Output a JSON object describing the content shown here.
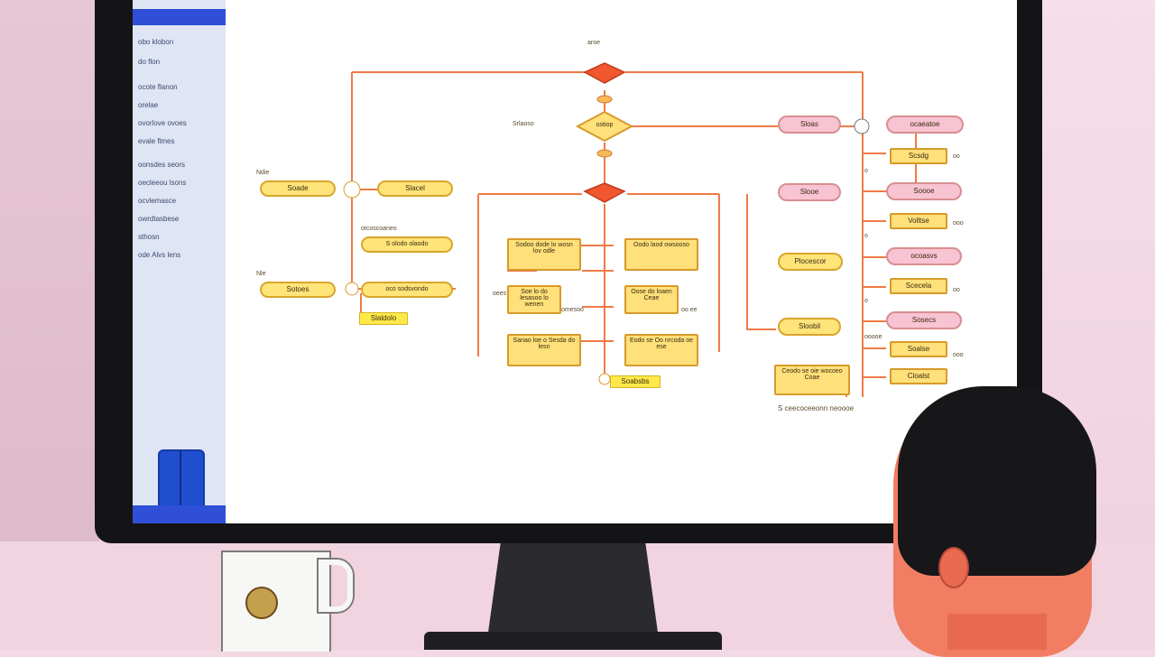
{
  "sidebar": {
    "header": "",
    "items": [
      "obo klobon",
      "do flon",
      "ocote flanon",
      "orelae",
      "ovorlove ovoes",
      "evale flmes",
      "oonsdes seors",
      "oecleeou lsons",
      "ocvlemasce",
      "owrdtasbese",
      "sthosn",
      "ode Alvs lens"
    ]
  },
  "diagram": {
    "top_label": "aroe",
    "decision_top": "",
    "decision_mid": "ostiop",
    "decision_third": "",
    "left_nodes": [
      "Soade",
      "Slacel",
      "Sotoes"
    ],
    "left_notes": [
      "S olodo olaodo",
      "oco sodsvondo",
      "otcoscoaneo"
    ],
    "left_tags": [
      "Slaldolo"
    ],
    "left_small": [
      "Ndie",
      "Nle",
      "Srlaoso"
    ],
    "mid_nodes": [
      "Sodoo dode lo wosn lov odle",
      "Oodo laod owsooso",
      "Soe lo do lesasoo lo wenen",
      "Oose do loaen Ceae",
      "Sanao loe o Sesda do lesn",
      "Eodo se Oo nrcoda oe ese"
    ],
    "mid_small": [
      "omesoo",
      "oo ee",
      "oees"
    ],
    "mid_tag": "Soabsbs",
    "right_mid_nodes": [
      "Sloas",
      "Slooe",
      "Plocescor",
      "Sloobil"
    ],
    "right_nodes": [
      "ocaeatoe",
      "Scsdg",
      "Soooe",
      "Volltse",
      "ocoasvs",
      "Scecela",
      "Sosecs",
      "Soalse",
      "Cloalst"
    ],
    "right_small": [
      "oo",
      "ooo",
      "oo",
      "ooo",
      "o",
      "o",
      "o",
      "ooooe"
    ],
    "right_bottom_node": "Ceodo se oie wocoeo Coae",
    "footer_text": "S ceecoceeonn neoooe"
  }
}
